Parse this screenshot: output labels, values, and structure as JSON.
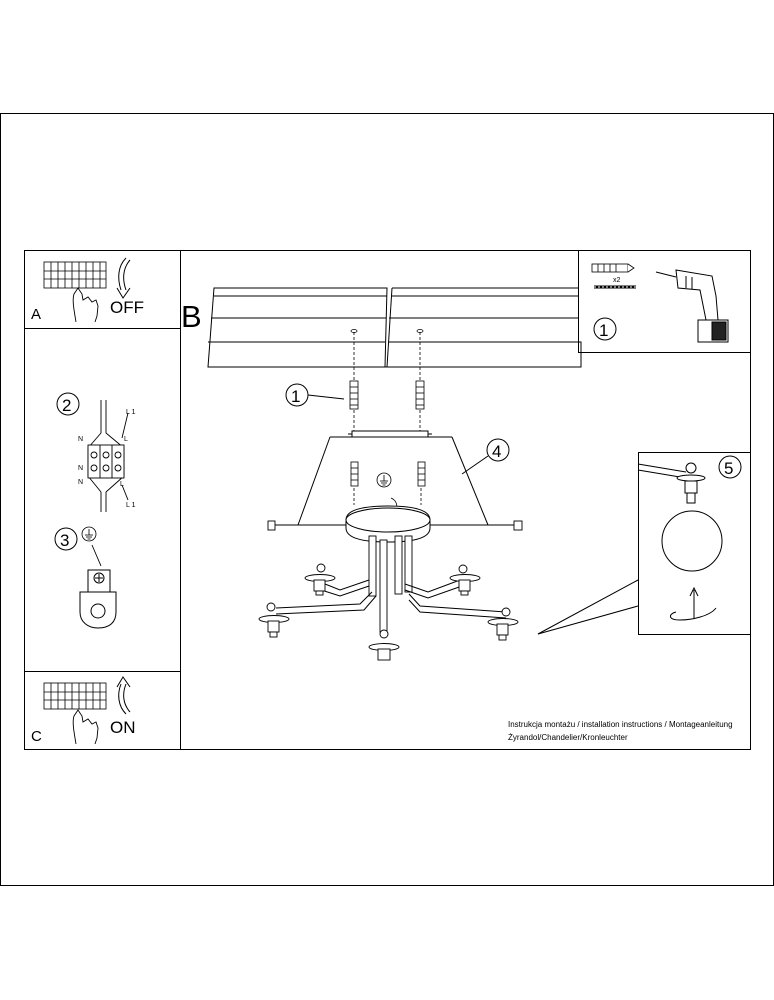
{
  "panels": {
    "a": {
      "letter": "A",
      "caption": "OFF"
    },
    "b": {
      "letter": "B"
    },
    "c": {
      "letter": "C",
      "caption": "ON"
    }
  },
  "callouts": {
    "tools": "1",
    "anchors": "1",
    "wiring": "2",
    "earth": "3",
    "canopy": "4",
    "bulb": "5"
  },
  "hardware": {
    "quantity": "x2"
  },
  "wiring": {
    "top_left": "N",
    "top_right": "L 1",
    "mid_left": "N",
    "mid_right": "L",
    "bottom_left": "N",
    "bottom_right": "L 1"
  },
  "footer": {
    "line1": "Instrukcja montażu / installation instructions / Montageanleitung",
    "line2": "Żyrandol/Chandelier/Kronleuchter"
  },
  "icons": [
    "breaker-switch-icon",
    "hand-icon",
    "curved-arrow-icon",
    "drill-icon",
    "ground-symbol-icon",
    "bulb-icon",
    "rotate-arrow-icon"
  ]
}
